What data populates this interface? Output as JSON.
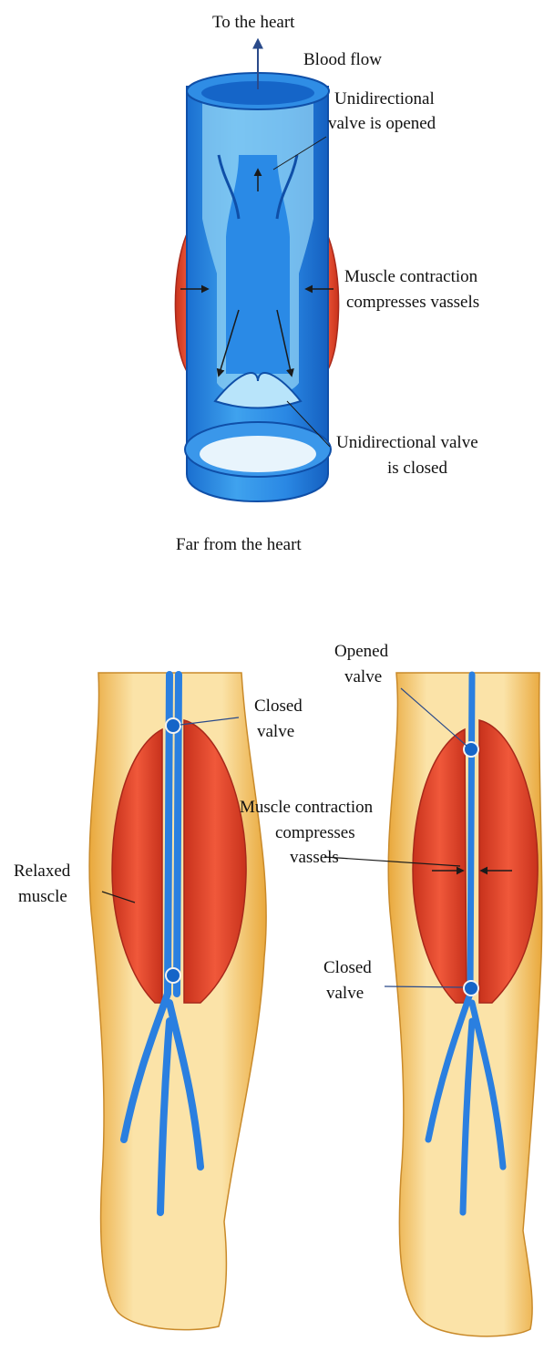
{
  "top_diagram": {
    "label_to_heart": "To the heart",
    "label_blood_flow": "Blood flow",
    "label_valve_opened": [
      "Unidirectional",
      "valve is opened"
    ],
    "label_muscle_contraction": [
      "Muscle contraction",
      "compresses vassels"
    ],
    "label_valve_closed": [
      "Unidirectional valve",
      "is closed"
    ],
    "label_far_from_heart": "Far from the heart"
  },
  "bottom_diagram": {
    "label_opened_valve": [
      "Opened",
      "valve"
    ],
    "label_closed_valve_left": [
      "Closed",
      "valve"
    ],
    "label_muscle_contraction": [
      "Muscle contraction",
      "compresses",
      "vassels"
    ],
    "label_relaxed_muscle": [
      "Relaxed",
      "muscle"
    ],
    "label_closed_valve_right": [
      "Closed",
      "valve"
    ]
  },
  "colors": {
    "vein_blue": "#1f7fe0",
    "vein_light": "#9fd6f5",
    "muscle_red": "#e8442a",
    "skin": "#f5c870"
  }
}
